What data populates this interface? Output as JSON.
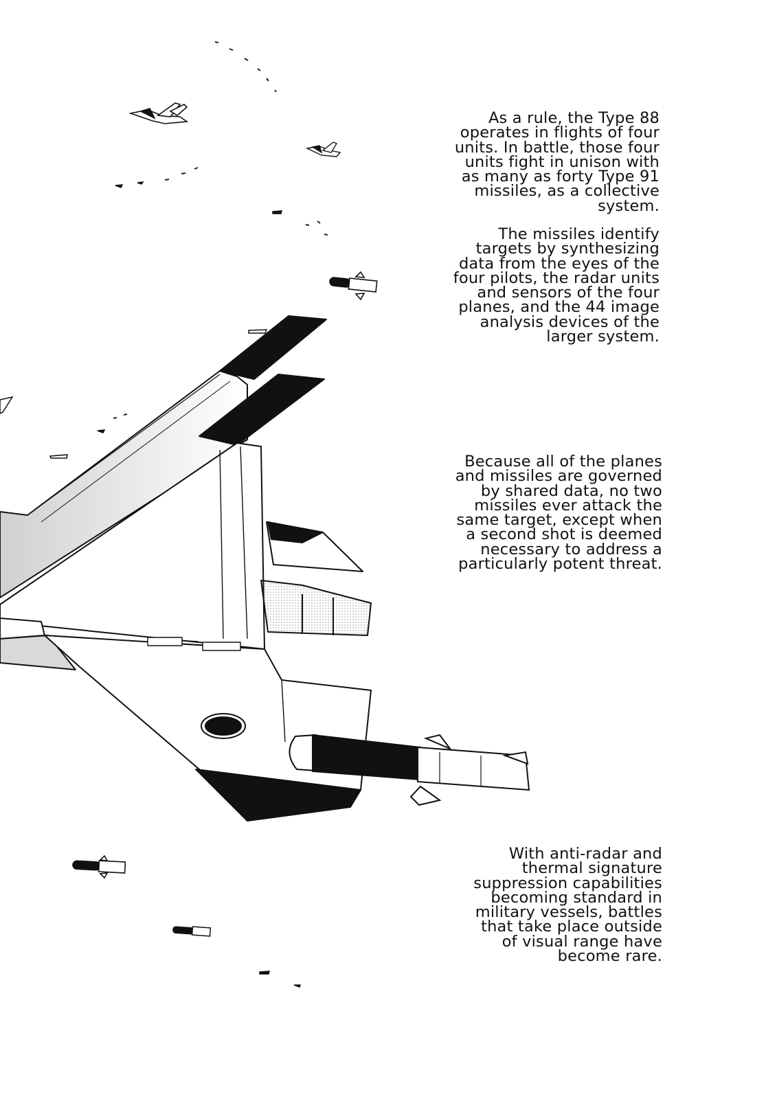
{
  "captions": [
    {
      "lines": [
        "As a rule, the Type 88",
        "operates in flights of four",
        "units. In battle, those four",
        "units fight in unison with",
        "as many as forty Type 91",
        "missiles, as a collective",
        "system."
      ]
    },
    {
      "lines": [
        "The missiles identify",
        "targets by synthesizing",
        "data from the eyes of the",
        "four pilots, the radar units",
        "and sensors of the four",
        "planes, and the 44 image",
        "analysis devices of the",
        "larger system."
      ]
    },
    {
      "lines": [
        "Because all of the planes",
        "and missiles are governed",
        "by shared data, no two",
        "missiles ever attack the",
        "same target, except when",
        "a second shot is deemed",
        "necessary to address a",
        "particularly potent threat."
      ]
    },
    {
      "lines": [
        "With anti-radar and",
        "thermal signature",
        "suppression capabilities",
        "becoming standard in",
        "military vessels, battles",
        "that take place outside",
        "of visual range have",
        "become rare."
      ]
    }
  ],
  "colors": {
    "ink": "#111111",
    "paper": "#ffffff",
    "tone": "#d9d9d9"
  }
}
